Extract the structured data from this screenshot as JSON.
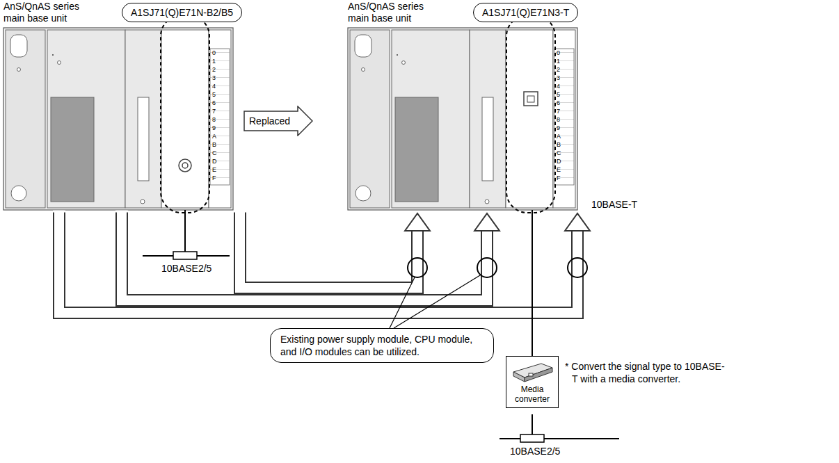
{
  "diagram": {
    "nodes": [
      {
        "text": [
          "AnS/QnAS series main base unit"
        ]
      },
      {
        "text": [
          "A1SJ71(Q)E71N-B2/B5"
        ]
      },
      {
        "text": [
          "Replaced"
        ]
      },
      {
        "text": [
          "AnS/QnAS series main base unit"
        ]
      },
      {
        "text": [
          "A1SJ71(Q)E71N3-T"
        ]
      },
      {
        "text": [
          "Existing power supply module, CPU module, and I/O modules can be utilized."
        ]
      },
      {
        "text": [
          "Media converter"
        ]
      }
    ],
    "edges": [
      {
        "from": 3,
        "to": 6,
        "arrow": "none"
      }
    ],
    "labels": [
      "10BASE2/5",
      "10BASE-T",
      "10BASE2/5",
      "* Convert the signal type to 10BASE-T with a media converter.",
      "0",
      "1",
      "2",
      "3",
      "4",
      "5",
      "6",
      "7",
      "8",
      "9",
      "A",
      "B",
      "C",
      "D",
      "E",
      "F",
      "0",
      "1",
      "2",
      "3",
      "4",
      "5",
      "6",
      "7",
      "8",
      "9",
      "A",
      "B",
      "C",
      "D",
      "E",
      "F"
    ]
  }
}
